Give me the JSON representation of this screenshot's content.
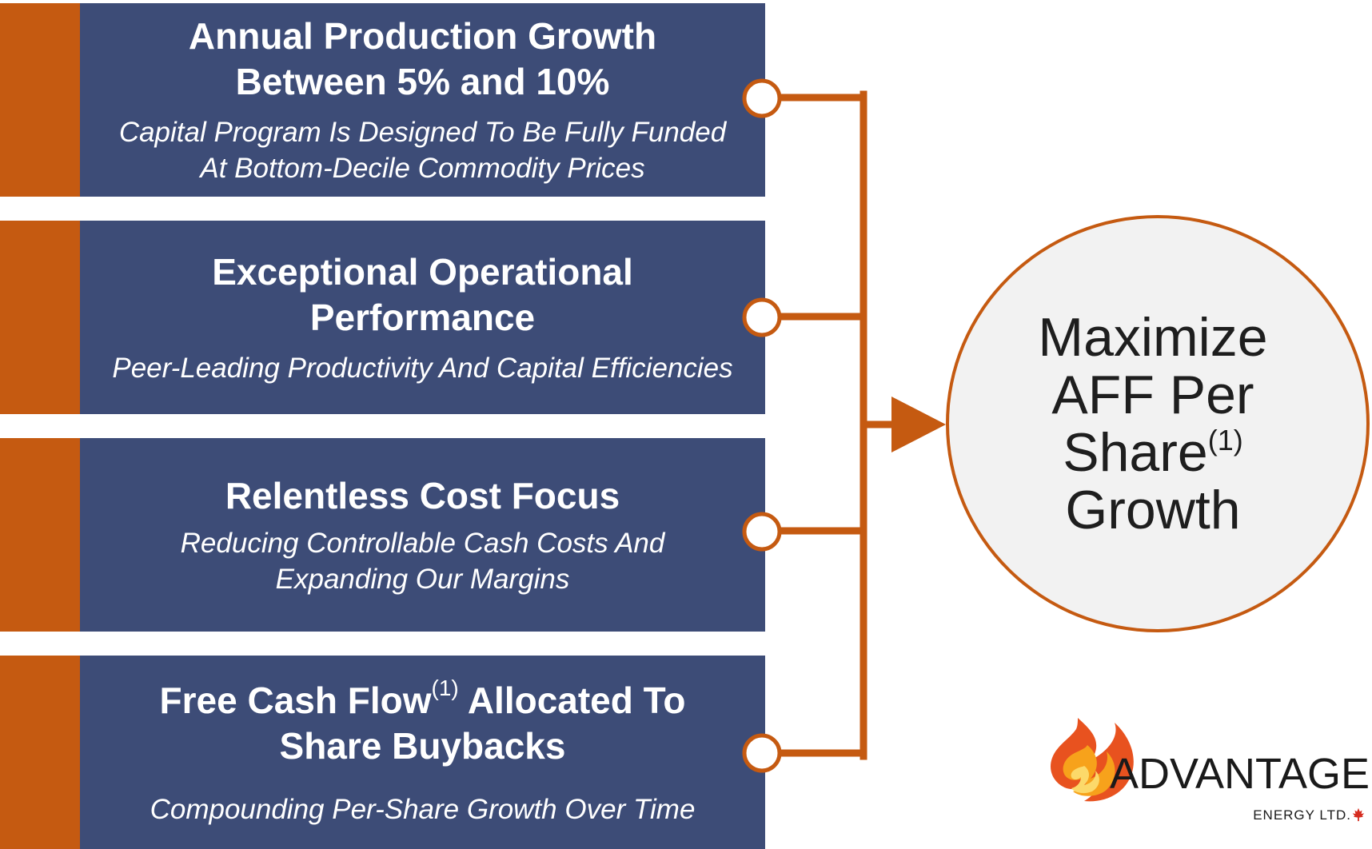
{
  "pillars": [
    {
      "title": "Annual Production Growth Between 5% and 10%",
      "subtitle": "Capital Program Is Designed To Be Fully Funded At Bottom-Decile Commodity Prices"
    },
    {
      "title": "Exceptional Operational Performance",
      "subtitle": "Peer-Leading Productivity And Capital Efficiencies"
    },
    {
      "title": "Relentless Cost Focus",
      "subtitle": "Reducing Controllable Cash Costs And Expanding Our Margins"
    },
    {
      "title_before": "Free Cash Flow",
      "title_sup": "(1)",
      "title_after": " Allocated To Share Buybacks",
      "subtitle": "Compounding Per-Share Growth Over Time"
    }
  ],
  "goal": {
    "line1": "Maximize",
    "line2": "AFF Per",
    "line3": "Share",
    "line3_sup": "(1)",
    "line4": "Growth"
  },
  "logo": {
    "wordmark": "ADVANTAGE",
    "tagline": "ENERGY LTD."
  },
  "colors": {
    "accent": "#c55a11",
    "panel": "#3d4c77",
    "goal_fill": "#f2f2f2"
  }
}
